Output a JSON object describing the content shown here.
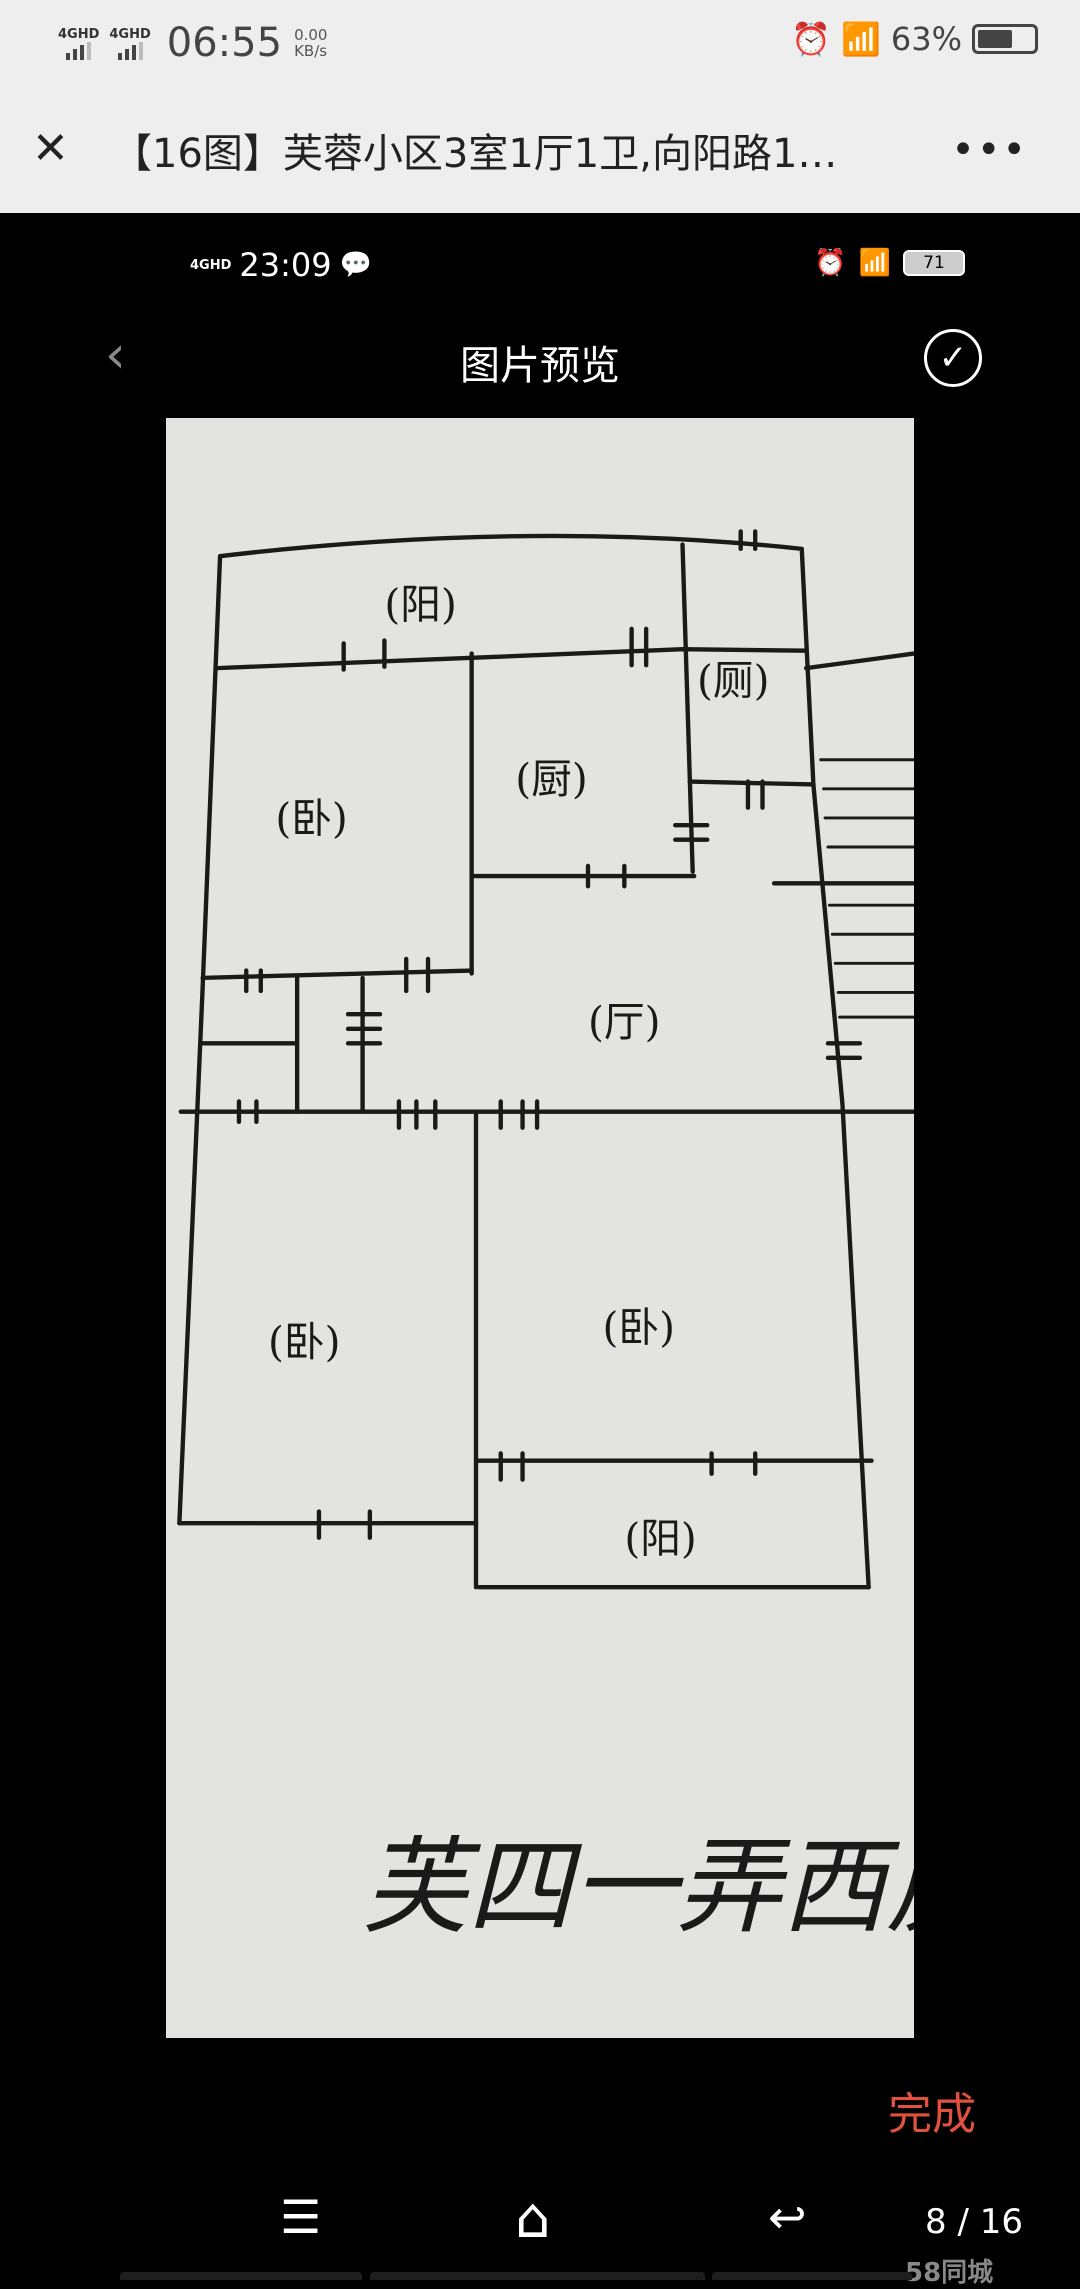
{
  "status_bar": {
    "network1": "4GHD",
    "network2": "4GHD",
    "time": "06:55",
    "speed_value": "0.00",
    "speed_unit": "KB/s",
    "battery": "63%",
    "battery_level": 0.63
  },
  "title_bar": {
    "title": "【16图】芙蓉小区3室1厅1卫,向阳路1…",
    "close_icon": "close-icon",
    "more": "•••"
  },
  "inner_status_bar": {
    "network": "4GHD",
    "time": "23:09",
    "battery": "71"
  },
  "inner_nav": {
    "title": "图片预览",
    "back": "‹",
    "confirm": "✓"
  },
  "floor_plan": {
    "rooms": [
      "(阳)",
      "(厕)",
      "(厨)",
      "(卧)",
      "(厅)",
      "(卧)",
      "(卧)",
      "(阳)"
    ],
    "handwriting": "芙四一弄西房"
  },
  "done_button": "完成",
  "nav_bar": {
    "menu": "☰",
    "home": "⌂",
    "back": "↩"
  },
  "page_counter": "8 / 16",
  "watermark": "58同城",
  "colors": {
    "accent": "#e2513f",
    "top_bg": "#eeeeee"
  }
}
